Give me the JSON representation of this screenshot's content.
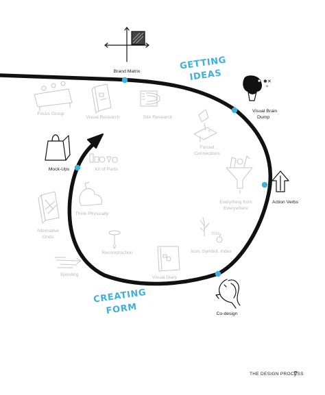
{
  "phases": {
    "getting_ideas": [
      "GETTING",
      "IDEAS"
    ],
    "creating_form": [
      "CREATING",
      "FORM"
    ]
  },
  "active_methods": {
    "brand_matrix": "Brand Matrix",
    "visual_brain_dump": [
      "Visual Brain",
      "Dump"
    ],
    "action_verbs": "Action Verbs",
    "co_design": "Co-design",
    "mock_ups": "Mock-Ups"
  },
  "inactive_methods": {
    "focus_group": "Focus Group",
    "visual_research": "Visual Research",
    "site_research": "Site Research",
    "forced_connections": [
      "Forced",
      "Connections"
    ],
    "kit_of_parts": "Kit of Parts",
    "think_physically": "Think Physically",
    "alternative_grids": [
      "Alternative",
      "Grids"
    ],
    "reconstruction": "Reconstruction",
    "sprinting": "Sprinting",
    "visual_diary": "Visual Diary",
    "icon_symbol_index": "Icon, Symbol, Index",
    "everything_from_everywhere": [
      "Everything from",
      "Everywhere"
    ]
  },
  "footer": {
    "title": "THE DESIGN PROCESS",
    "page": "7"
  },
  "colors": {
    "accent": "#3fb0dd",
    "ink": "#111111",
    "faded": "#bfbfbf"
  }
}
